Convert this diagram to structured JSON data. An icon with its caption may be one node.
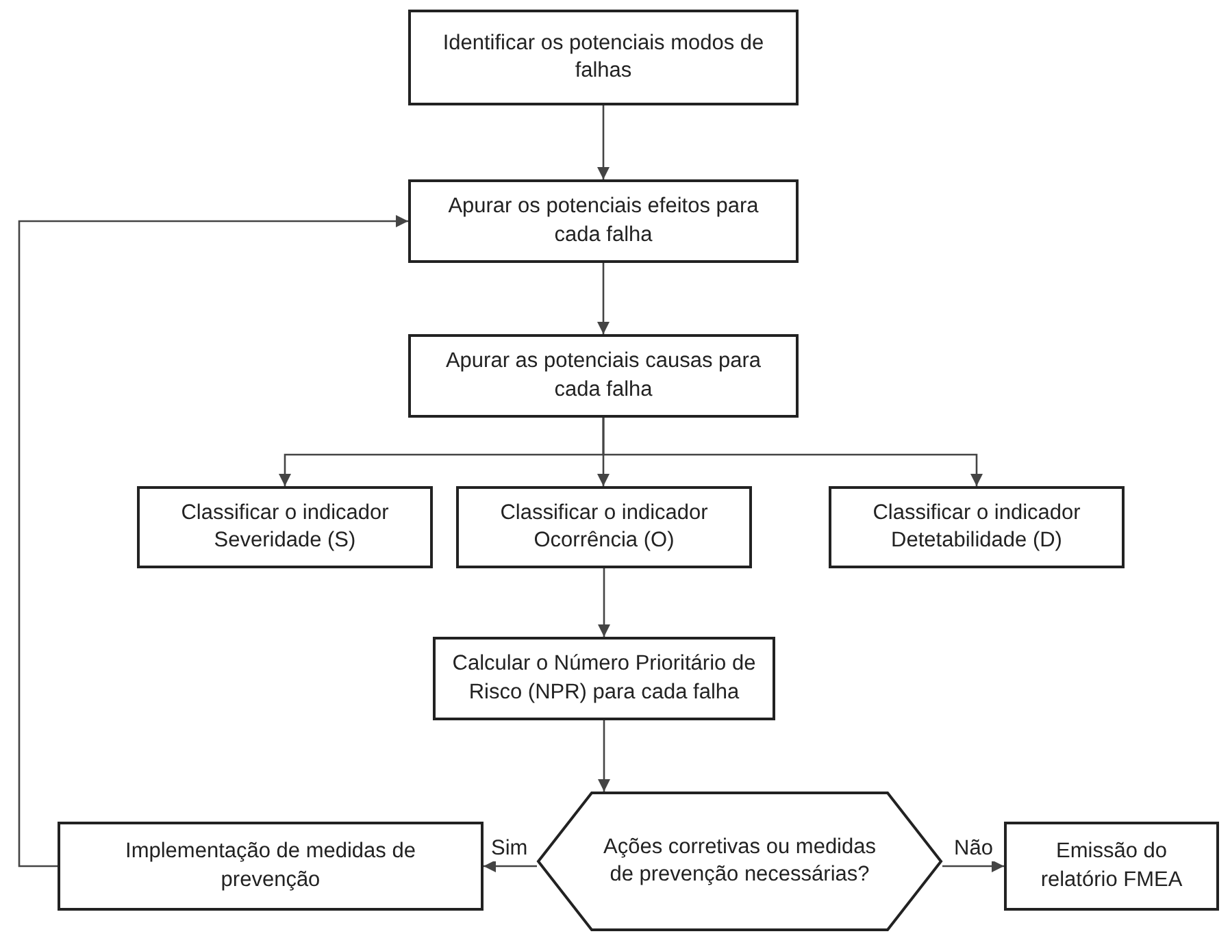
{
  "diagram": {
    "nodes": [
      {
        "text": [
          "Identificar os potenciais modos de falhas"
        ]
      },
      {
        "text": [
          "Apurar os potenciais efeitos para cada falha"
        ]
      },
      {
        "text": [
          "Apurar as potenciais causas para cada falha"
        ]
      },
      {
        "text": [
          "Classificar o indicador Severidade (S)"
        ]
      },
      {
        "text": [
          "Classificar o indicador Ocorrência (O)"
        ]
      },
      {
        "text": [
          "Classificar o indicador Detetabilidade (D)"
        ]
      },
      {
        "text": [
          "Calcular o Número Prioritário de Risco (NPR) para cada falha"
        ]
      },
      {
        "text": [
          "Ações corretivas ou medidas de prevenção necessárias?"
        ]
      },
      {
        "text": [
          "Implementação de medidas de prevenção"
        ]
      },
      {
        "text": [
          "Emissão do relatório FMEA"
        ]
      }
    ],
    "edges": [
      {
        "from": 0,
        "to": 1,
        "arrow": "to"
      },
      {
        "from": 1,
        "to": 2,
        "arrow": "to"
      },
      {
        "from": 2,
        "to": 3,
        "arrow": "to"
      },
      {
        "from": 2,
        "to": 4,
        "arrow": "to"
      },
      {
        "from": 2,
        "to": 5,
        "arrow": "to"
      },
      {
        "from": 4,
        "to": 6,
        "arrow": "to"
      },
      {
        "from": 6,
        "to": 7,
        "arrow": "to"
      },
      {
        "from": 7,
        "to": 8,
        "arrow": "to",
        "label": "Sim"
      },
      {
        "from": 7,
        "to": 9,
        "arrow": "to",
        "label": "Não"
      },
      {
        "from": 8,
        "to": 1,
        "arrow": "to"
      }
    ]
  }
}
